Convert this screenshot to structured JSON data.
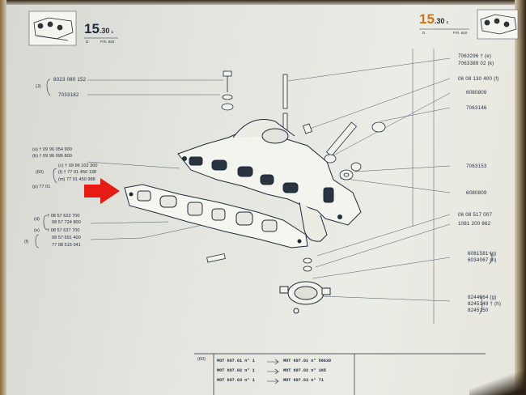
{
  "header": {
    "section_left": "15",
    "section_left_sub": ".30",
    "section_left_page": "1",
    "section_left_small": "D",
    "section_left_ref": "P.R. 820",
    "section_right": "15",
    "section_right_sub": ".30",
    "section_right_page": "1",
    "section_right_small": "D",
    "section_right_ref": "P.R. 820"
  },
  "left_parts": {
    "j_marker": "(J)",
    "j1": "8023 080 152",
    "j2": "7033182",
    "a": "(a) † 09 96 054 900",
    "b": "(b) † 09 96 096 800",
    "c": "(c) † 09 96 102 300",
    "l": "(l) † 77 01 450 138",
    "m": "(m) 77 01 450 988",
    "p": "(p) 77 01",
    "brace60": "(60)",
    "d": "(d)",
    "d1": "† 08 57 622 700",
    "d2": "08 57 724 800",
    "e": "(e)",
    "e1": "† 08 57 637 700",
    "f": "(f)",
    "f1": "08 57 691 400",
    "f2": "77 08 515 041"
  },
  "right_parts": {
    "r1": "7063296 † (e)",
    "r2": "7063389 02 (k)",
    "r3": "06 08 130 400 (f)",
    "r4": "6080809",
    "r5": "7063146",
    "r6": "7063153",
    "r7": "6080809",
    "r8": "06 08 517 007",
    "r9": "1081 200 862",
    "r10": "6081581 (g)",
    "r11": "6034067 (h)",
    "r12": "8244864 (g)",
    "r13": "8245149 † (h)",
    "r14": "8245150"
  },
  "table": {
    "label": "(60)",
    "rows": [
      {
        "from": "MOT 697.01 n° 1",
        "to": "MOT 697.01 n° 56630"
      },
      {
        "from": "MOT 697.02 n° 1",
        "to": "MOT 697.02 n° 165"
      },
      {
        "from": "MOT 697.03 n° 1",
        "to": "MOT 697.03 n° 71"
      }
    ]
  },
  "colors": {
    "paper": "#e6e6e0",
    "ink": "#1d2a3a",
    "arrow": "#e81a14",
    "section_orange": "#c8761e"
  },
  "icons": [
    "manifold-thumbnail-icon",
    "red-arrow-icon"
  ]
}
